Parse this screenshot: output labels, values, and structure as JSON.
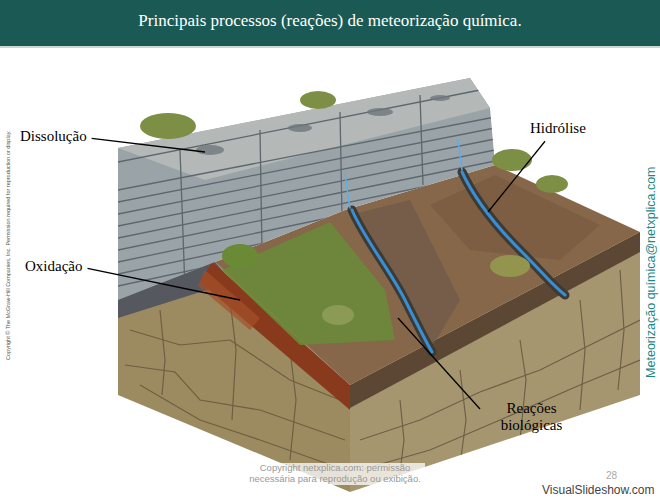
{
  "diagram": {
    "title": "Principais processos (reações) de meteorização química.",
    "labels": [
      "Dissolução",
      "Hidrólise",
      "Oxidação",
      "Reações biológicas",
      "Copyright © The McGraw-Hill Companies, Inc. Permission required for reproduction or display.",
      "Meteorização química@netxplica.com",
      "Copyright netxplica.com: permissão necessária para reprodução ou exibição.",
      "28",
      "VisualSlideshow.com"
    ]
  }
}
